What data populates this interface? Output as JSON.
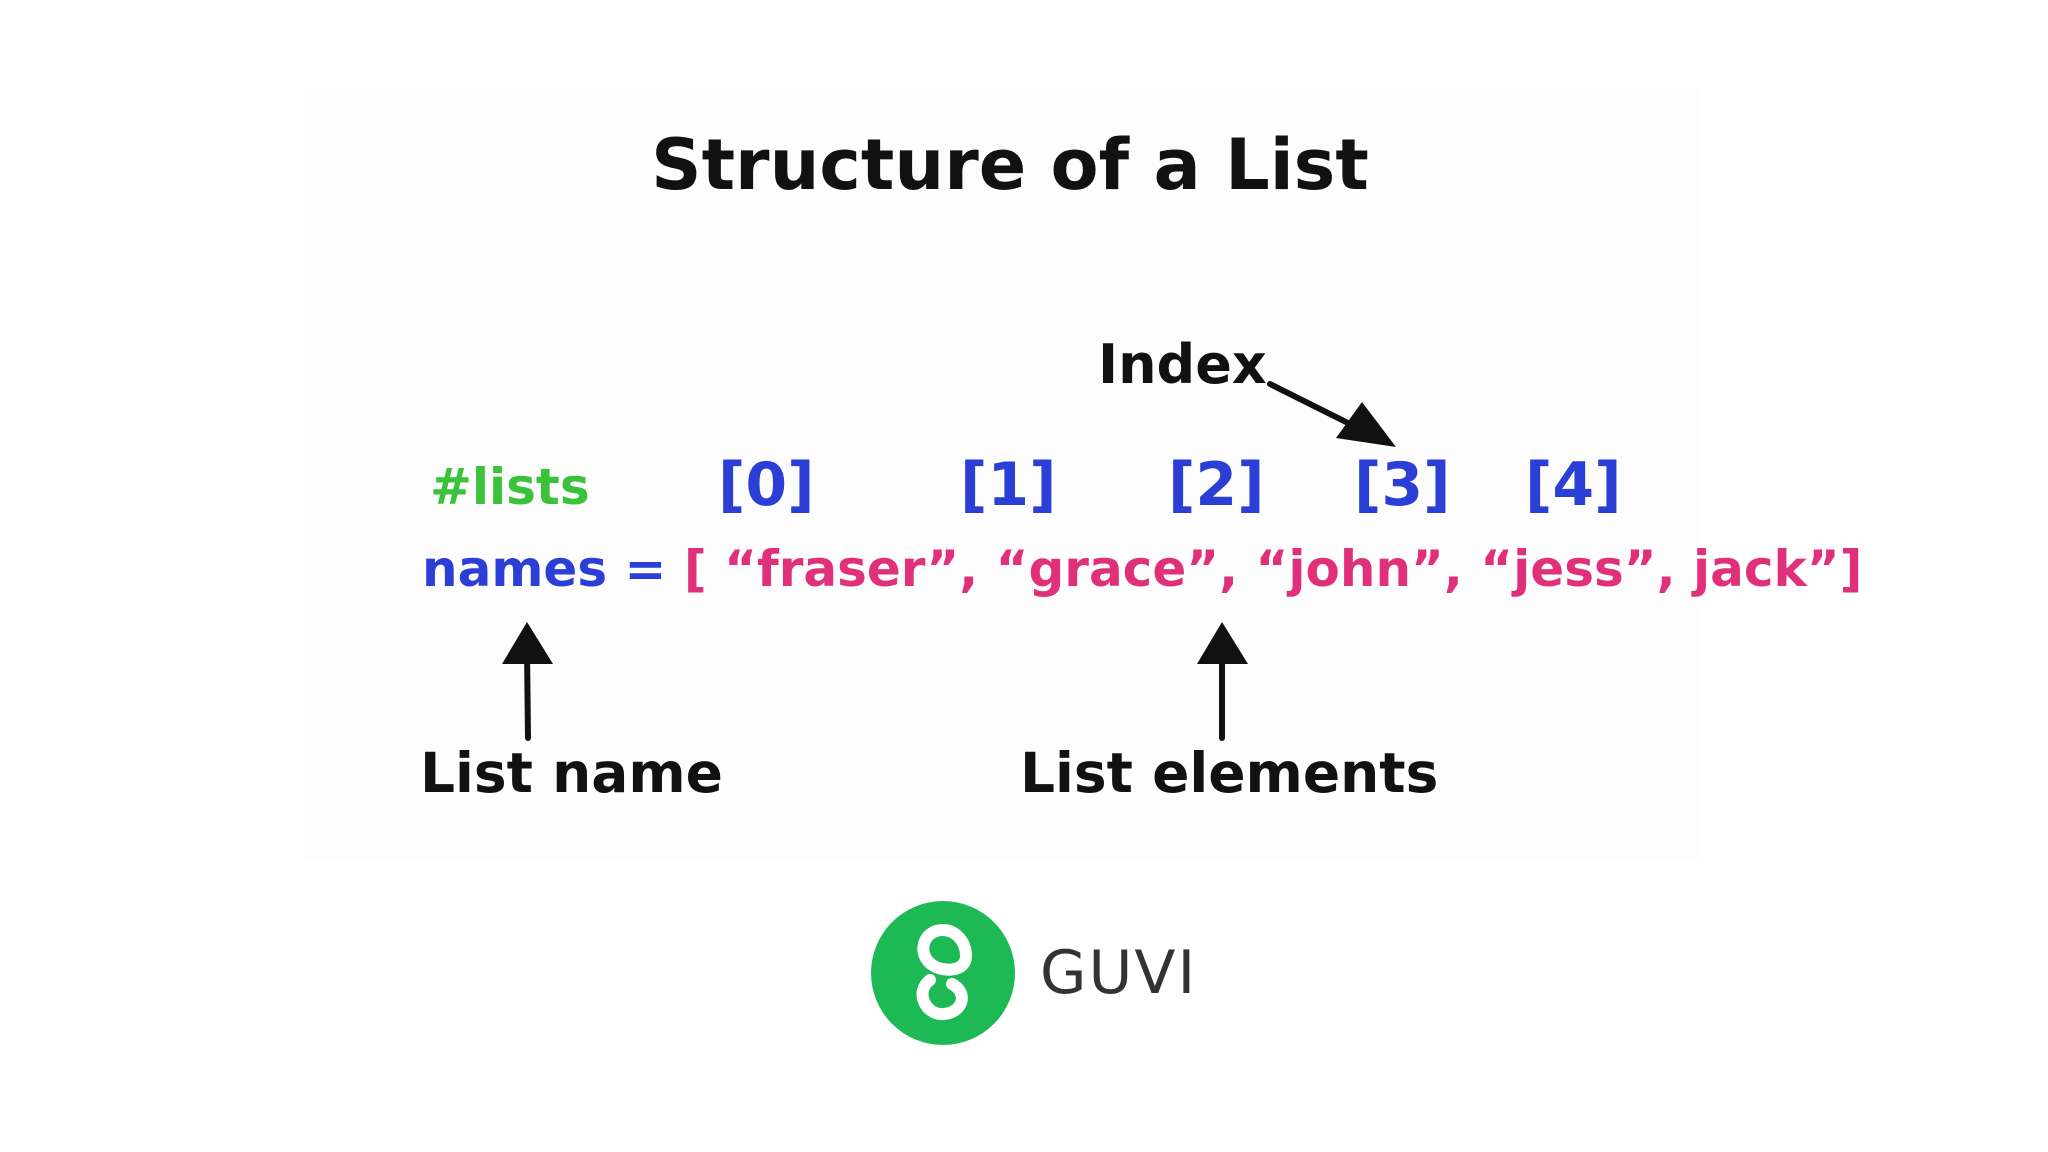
{
  "title": "Structure of a List",
  "labels": {
    "index": "Index",
    "list_name": "List name",
    "list_elements": "List elements"
  },
  "code": {
    "comment": "#lists",
    "indices": [
      "[0]",
      "[1]",
      "[2]",
      "[3]",
      "[4]"
    ],
    "variable": "names =",
    "list_literal": "[ “fraser”, “grace”, “john”, “jess”, jack”]"
  },
  "brand": {
    "name": "GUVI",
    "logo_icon": "guvi-logo-icon",
    "logo_color": "#1db954"
  },
  "colors": {
    "comment": "#3ac23a",
    "index": "#2b3fd6",
    "variable": "#2b3fd6",
    "elements": "#e0307a",
    "text": "#111111"
  }
}
